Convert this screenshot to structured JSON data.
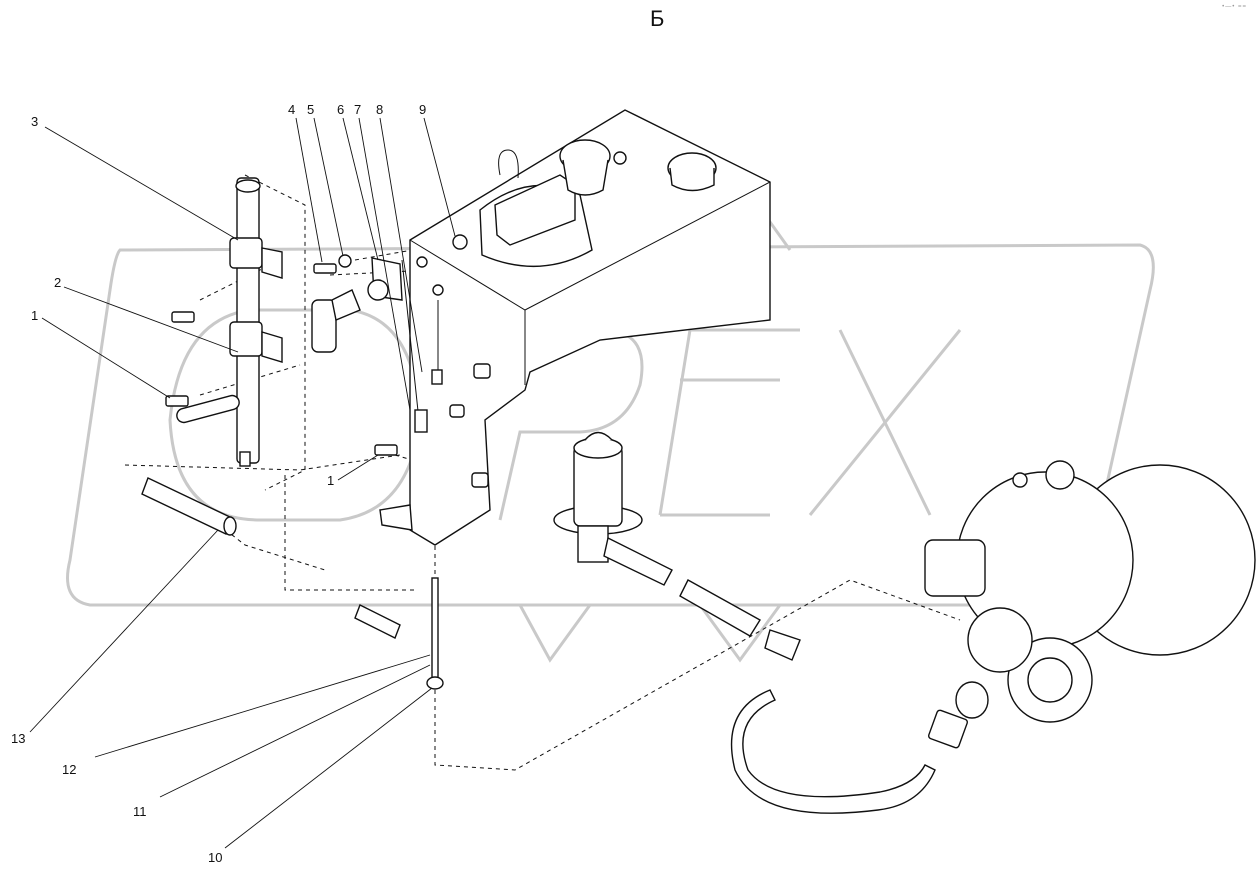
{
  "view_title": "Б",
  "corner_mark": "•—• ==",
  "callouts": [
    "1",
    "2",
    "3",
    "4",
    "5",
    "6",
    "7",
    "8",
    "9",
    "1",
    "13",
    "12",
    "11",
    "10"
  ]
}
